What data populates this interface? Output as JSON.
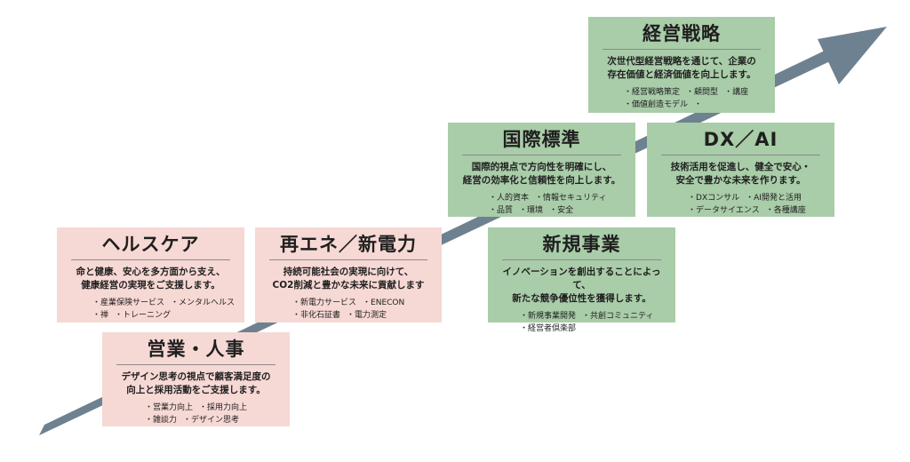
{
  "cards": [
    {
      "id": "sales",
      "title": "営業・人事",
      "desc": [
        "デザイン思考の視点で顧客満足度の",
        "向上と採用活動をご支援します。"
      ],
      "tags": [
        [
          "営業力向上",
          "採用力向上"
        ],
        [
          "雑談力",
          "デザイン思考"
        ]
      ],
      "color": "#f6d8d4"
    },
    {
      "id": "health",
      "title": "ヘルスケア",
      "desc": [
        "命と健康、安心を多方面から支え、",
        "健康経営の実現をご支援します。"
      ],
      "tags": [
        [
          "産業保険サービス",
          "メンタルヘルス"
        ],
        [
          "禅",
          "トレーニング"
        ]
      ],
      "color": "#f6d8d4"
    },
    {
      "id": "energy",
      "title": "再エネ／新電力",
      "desc": [
        "持続可能社会の実現に向けて、",
        "CO2削減と豊かな未来に貢献します"
      ],
      "tags": [
        [
          "新電力サービス",
          "ENECON"
        ],
        [
          "非化石証書",
          "電力測定"
        ]
      ],
      "color": "#f6d8d4"
    },
    {
      "id": "newbiz",
      "title": "新規事業",
      "desc": [
        "イノベーションを創出することによって、",
        "新たな競争優位性を獲得します。"
      ],
      "tags": [
        [
          "新規事業開発",
          "共創コミュニティ"
        ],
        [
          "経営者倶楽部"
        ]
      ],
      "color": "#a9cca9"
    },
    {
      "id": "intl",
      "title": "国際標準",
      "desc": [
        "国際的視点で方向性を明確にし、",
        "経営の効率化と信頼性を向上します。"
      ],
      "tags": [
        [
          "人的資本",
          "情報セキュリティ"
        ],
        [
          "品質",
          "環境",
          "安全"
        ]
      ],
      "color": "#a9cca9"
    },
    {
      "id": "dxai",
      "title": "DX／AI",
      "desc": [
        "技術活用を促進し、健全で安心・",
        "安全で豊かな未来を作ります。"
      ],
      "tags": [
        [
          "DXコンサル",
          "AI開発と活用"
        ],
        [
          "データサイエンス",
          "各種講座"
        ]
      ],
      "color": "#a9cca9"
    },
    {
      "id": "strategy",
      "title": "経営戦略",
      "desc": [
        "次世代型経営戦略を通じて、企業の",
        "存在価値と経済価値を向上します。"
      ],
      "tags": [
        [
          "経営戦略策定",
          "顧問型",
          "講座"
        ],
        [
          "価値創造モデル",
          ""
        ]
      ],
      "color": "#a9cca9"
    }
  ],
  "arrow_color": "#6e8191"
}
